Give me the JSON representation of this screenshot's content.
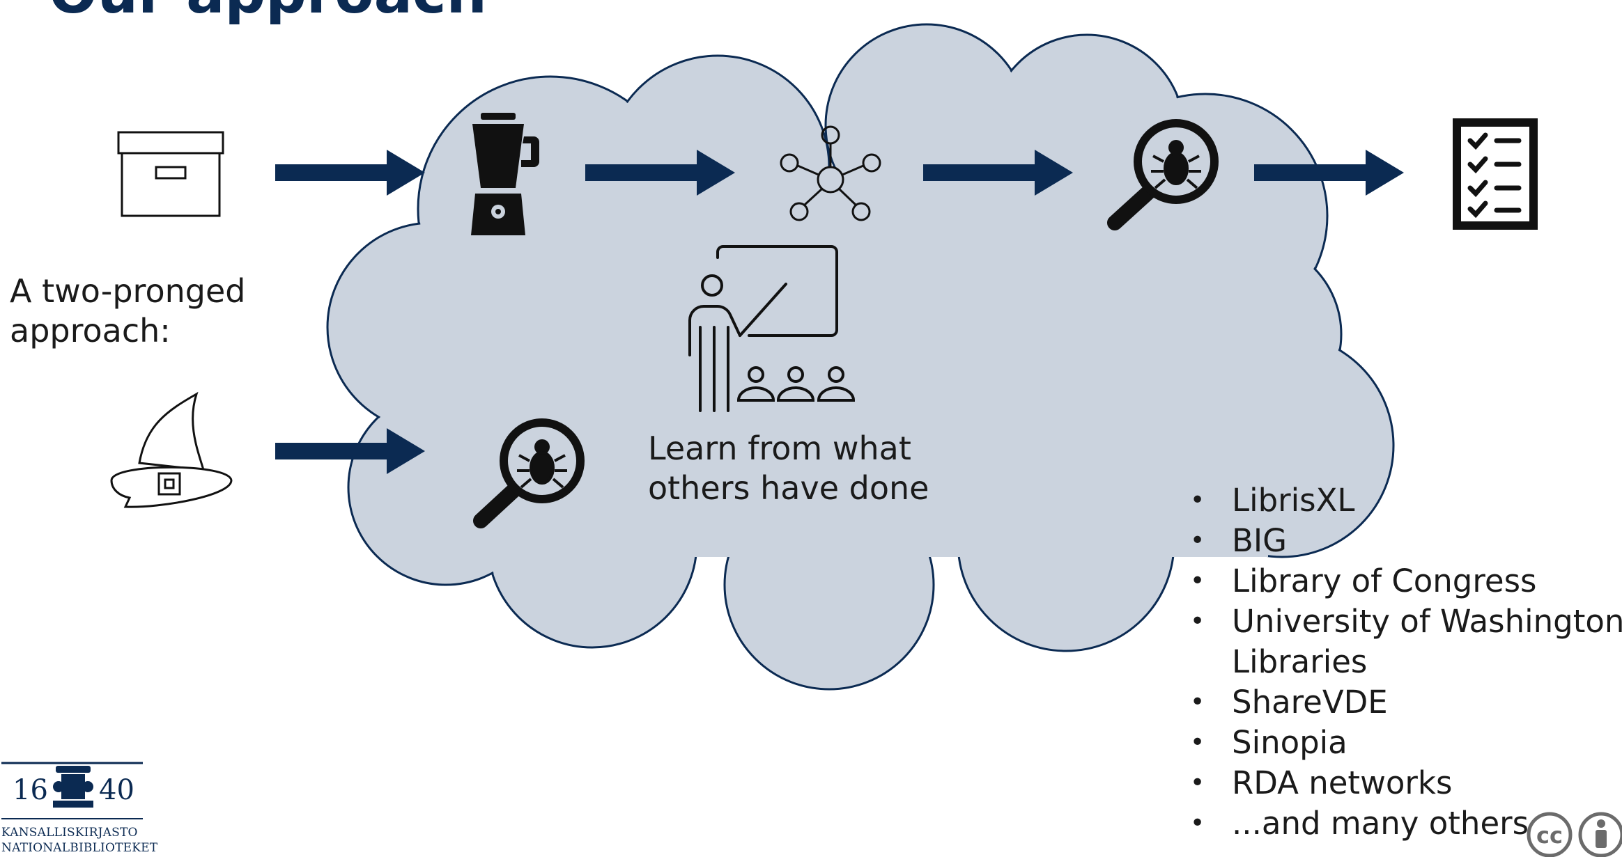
{
  "slide": {
    "title": "Our approach",
    "approach_label": "A two-pronged approach:",
    "learn_caption": "Learn from what others have done",
    "bullets": [
      "LibrisXL",
      "BIG",
      "Library of Congress",
      "University of Washington Libraries",
      "ShareVDE",
      "Sinopia",
      "RDA networks",
      "...and many others"
    ]
  },
  "logo": {
    "year_left": "16",
    "year_right": "40",
    "name_fi": "KANSALLISKIRJASTO",
    "name_sv": "NATIONALBIBLIOTEKET"
  },
  "badge": {
    "cc_text": "cc"
  },
  "colors": {
    "arrow": "#0b2a52",
    "cloud_fill": "#cbd3de",
    "cloud_stroke": "#0b2a52",
    "title": "#0b2a52",
    "icon": "#111111"
  },
  "icons": {
    "archive_box": "archive-box-icon",
    "blender": "blender-icon",
    "network": "network-hub-icon",
    "bug_search": "bug-search-icon",
    "checklist": "checklist-icon",
    "wizard_hat": "wizard-hat-icon",
    "teacher": "teacher-presentation-icon"
  }
}
